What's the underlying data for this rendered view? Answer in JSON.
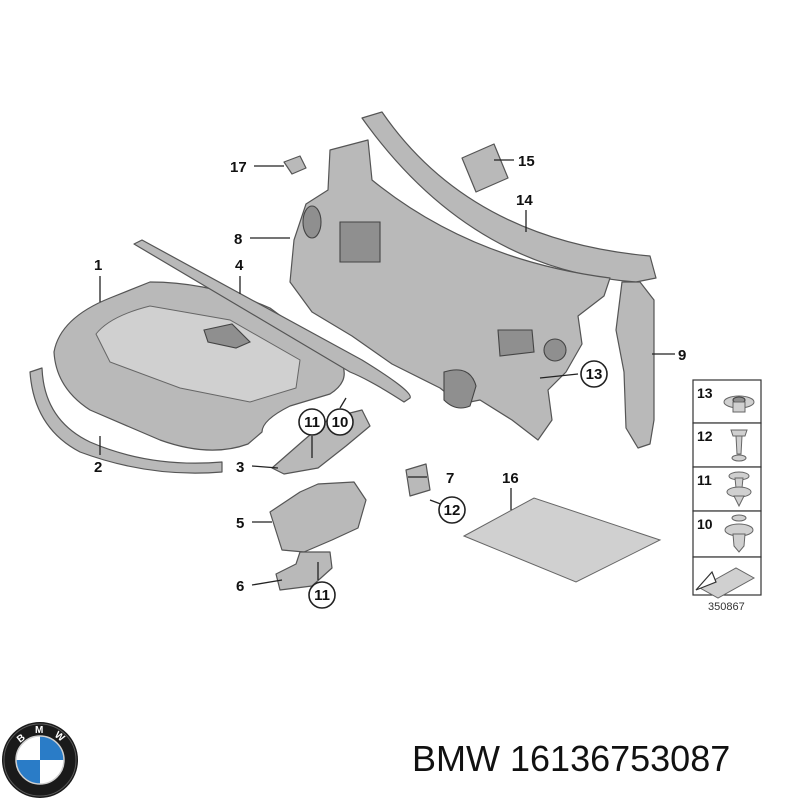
{
  "callouts": {
    "c1": "1",
    "c2": "2",
    "c3": "3",
    "c4": "4",
    "c5": "5",
    "c6": "6",
    "c7": "7",
    "c8": "8",
    "c9": "9",
    "c10": "10",
    "c11a": "11",
    "c11b": "11",
    "c12": "12",
    "c13": "13",
    "c14": "14",
    "c15": "15",
    "c16": "16",
    "c17": "17"
  },
  "legend": {
    "items": [
      "13",
      "12",
      "11",
      "10"
    ]
  },
  "diagram_ref": "350867",
  "footer": {
    "brand": "BMW",
    "part_number": "16136753087"
  },
  "logo": {
    "text": "BMW",
    "colors": {
      "blue": "#2a7cc7",
      "white": "#ffffff",
      "ring": "#1a1a1a"
    }
  },
  "colors": {
    "part": "#b9b9b9",
    "line": "#222222"
  }
}
